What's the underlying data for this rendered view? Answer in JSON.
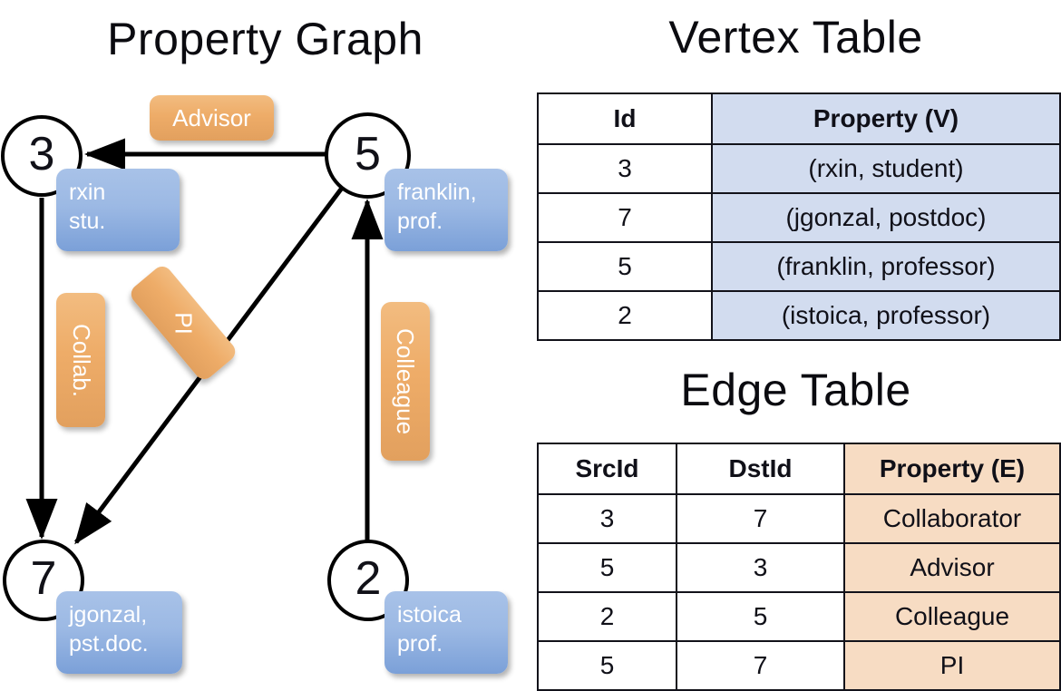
{
  "panels": {
    "graph_title": "Property Graph",
    "vertex_title": "Vertex Table",
    "edge_title": "Edge Table"
  },
  "graph": {
    "nodes": [
      {
        "id": "3",
        "property": "rxin\nstu."
      },
      {
        "id": "5",
        "property": "franklin,\nprof."
      },
      {
        "id": "7",
        "property": "jgonzal,\npst.doc."
      },
      {
        "id": "2",
        "property": "istoica\nprof."
      }
    ],
    "edge_labels": [
      {
        "name": "advisor",
        "text": "Advisor"
      },
      {
        "name": "collab",
        "text": "Collab."
      },
      {
        "name": "pi",
        "text": "PI"
      },
      {
        "name": "colleague",
        "text": "Colleague"
      }
    ],
    "edges": [
      {
        "src": "5",
        "dst": "3",
        "label": "Advisor"
      },
      {
        "src": "3",
        "dst": "7",
        "label": "Collab."
      },
      {
        "src": "5",
        "dst": "7",
        "label": "PI"
      },
      {
        "src": "2",
        "dst": "5",
        "label": "Colleague"
      }
    ]
  },
  "vertex_table": {
    "headers": [
      "Id",
      "Property (V)"
    ],
    "rows": [
      {
        "id": "3",
        "property": "(rxin, student)"
      },
      {
        "id": "7",
        "property": "(jgonzal, postdoc)"
      },
      {
        "id": "5",
        "property": "(franklin, professor)"
      },
      {
        "id": "2",
        "property": "(istoica, professor)"
      }
    ]
  },
  "edge_table": {
    "headers": [
      "SrcId",
      "DstId",
      "Property (E)"
    ],
    "rows": [
      {
        "src": "3",
        "dst": "7",
        "property": "Collaborator"
      },
      {
        "src": "5",
        "dst": "3",
        "property": "Advisor"
      },
      {
        "src": "2",
        "dst": "5",
        "property": "Colleague"
      },
      {
        "src": "5",
        "dst": "7",
        "property": "PI"
      }
    ]
  },
  "colors": {
    "vertex_property_blue": "#9cb9e4",
    "edge_property_orange": "#eeac68",
    "vertex_table_cell": "#d2dcef",
    "edge_table_cell": "#f7dcc3",
    "stroke": "#000000",
    "background": "#ffffff"
  }
}
